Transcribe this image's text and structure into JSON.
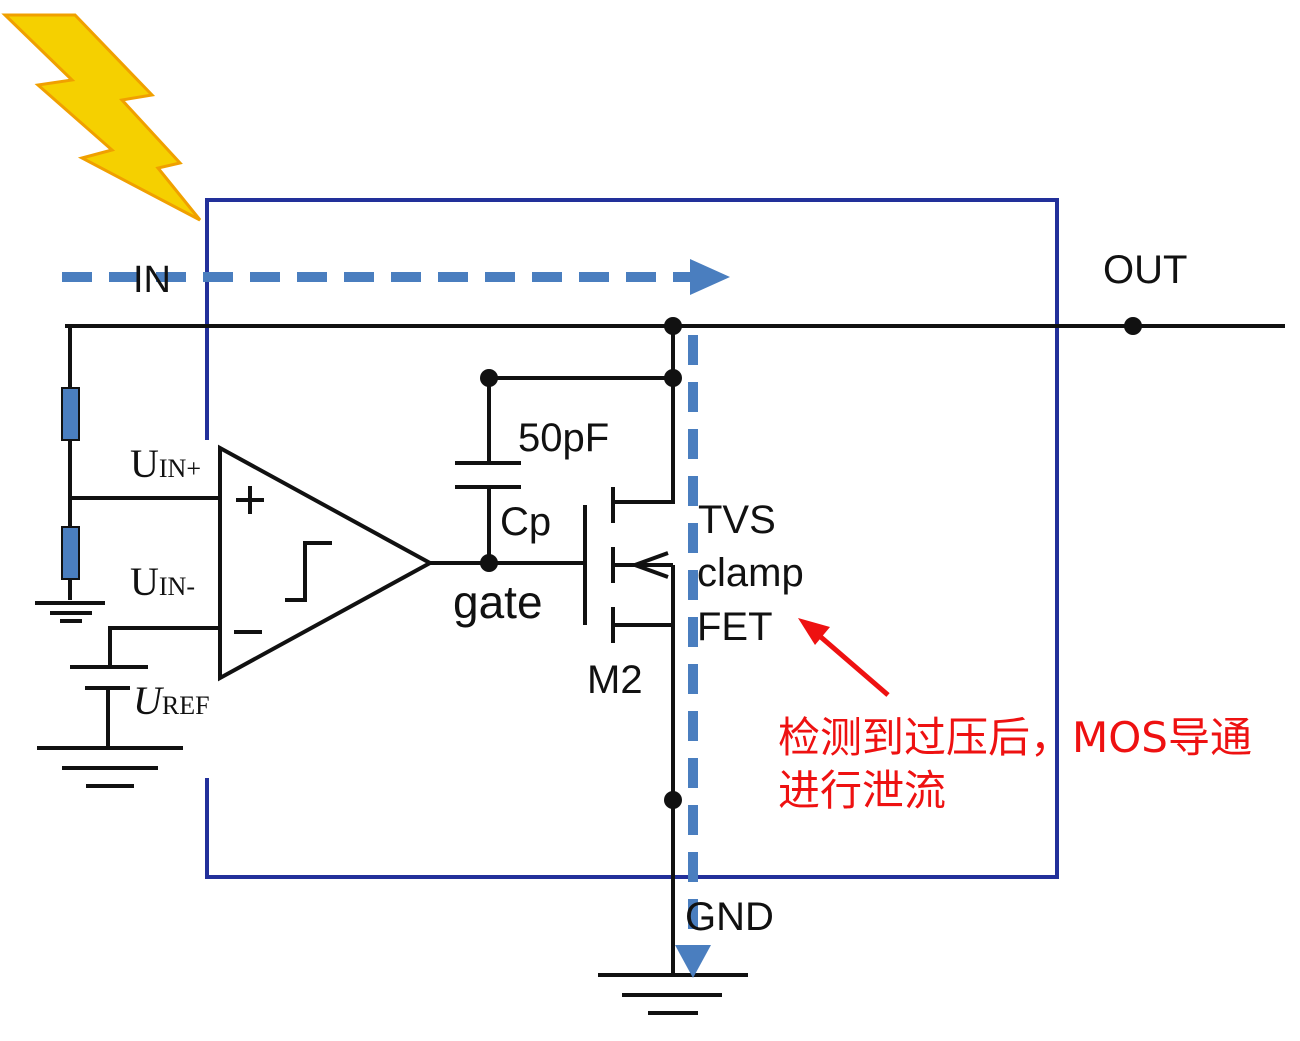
{
  "labels": {
    "in": "IN",
    "out": "OUT",
    "uin_plus_main": "U",
    "uin_plus_sub": "IN+",
    "uin_minus_main": "U",
    "uin_minus_sub": "IN-",
    "uref_main": "U",
    "uref_sub": "REF",
    "capacitance": "50pF",
    "cap_name": "Cp",
    "gate": "gate",
    "transistor": "M2",
    "fet_line1": "TVS",
    "fet_line2": "clamp",
    "fet_line3": "FET",
    "gnd": "GND"
  },
  "annotation": {
    "line1": "检测到过压后，MOS导通",
    "line2": "进行泄流"
  },
  "colors": {
    "current_path": "#4a7ebf",
    "chip_border": "#22309a",
    "annotation": "#ee1111",
    "lightning": "#f5d000",
    "resistor": "#4a7ebf"
  },
  "icons": {
    "surge": "lightning-bolt-icon"
  }
}
